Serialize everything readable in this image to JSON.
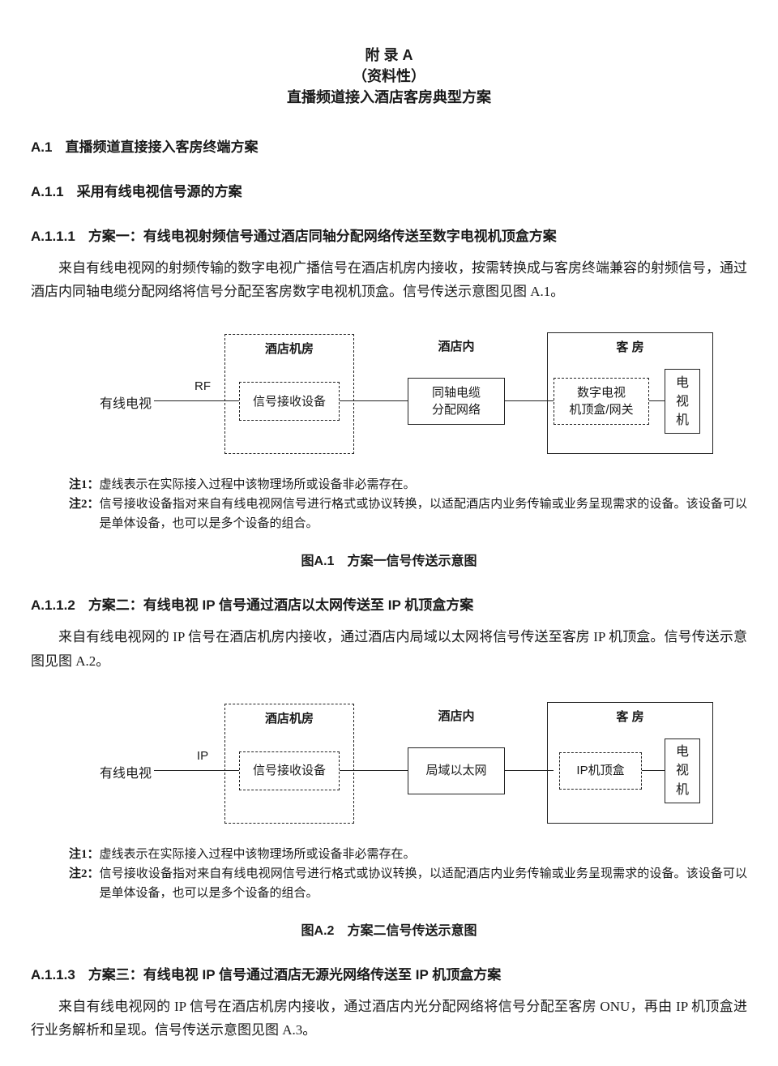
{
  "header": {
    "appendix_label": "附  录  A",
    "appendix_type": "（资料性）",
    "appendix_title": "直播频道接入酒店客房典型方案"
  },
  "headings": {
    "a1": {
      "num": "A.1",
      "title": "直播频道直接接入客房终端方案"
    },
    "a11": {
      "num": "A.1.1",
      "title": "采用有线电视信号源的方案"
    },
    "a111": {
      "num": "A.1.1.1",
      "title": "方案一：有线电视射频信号通过酒店同轴分配网络传送至数字电视机顶盒方案"
    },
    "a112": {
      "num": "A.1.1.2",
      "title": "方案二：有线电视 IP 信号通过酒店以太网传送至 IP 机顶盒方案"
    },
    "a113": {
      "num": "A.1.1.3",
      "title": "方案三：有线电视 IP 信号通过酒店无源光网络传送至 IP 机顶盒方案"
    }
  },
  "paragraphs": {
    "p1": "来自有线电视网的射频传输的数字电视广播信号在酒店机房内接收，按需转换成与客房终端兼容的射频信号，通过酒店内同轴电缆分配网络将信号分配至客房数字电视机顶盒。信号传送示意图见图 A.1。",
    "p2": "来自有线电视网的 IP 信号在酒店机房内接收，通过酒店内局域以太网将信号传送至客房 IP 机顶盒。信号传送示意图见图 A.2。",
    "p3": "来自有线电视网的 IP 信号在酒店机房内接收，通过酒店内光分配网络将信号分配至客房 ONU，再由 IP 机顶盒进行业务解析和呈现。信号传送示意图见图 A.3。"
  },
  "figures": [
    {
      "source": "有线电视",
      "link_label": "RF",
      "machine_room": "酒店机房",
      "receiver": "信号接收设备",
      "hotel_area": "酒店内",
      "network_line1": "同轴电缆",
      "network_line2": "分配网络",
      "room": "客 房",
      "stb_line1": "数字电视",
      "stb_line2": "机顶盒/网关",
      "tv": "电视机",
      "note1_label": "注1：",
      "note1_text": "虚线表示在实际接入过程中该物理场所或设备非必需存在。",
      "note2_label": "注2：",
      "note2_text": "信号接收设备指对来自有线电视网信号进行格式或协议转换，以适配酒店内业务传输或业务呈现需求的设备。该设备可以是单体设备，也可以是多个设备的组合。",
      "caption": "图A.1　方案一信号传送示意图"
    },
    {
      "source": "有线电视",
      "link_label": "IP",
      "machine_room": "酒店机房",
      "receiver": "信号接收设备",
      "hotel_area": "酒店内",
      "network_line1": "局域以太网",
      "network_line2": "",
      "room": "客 房",
      "stb_line1": "IP机顶盒",
      "stb_line2": "",
      "tv": "电视机",
      "note1_label": "注1：",
      "note1_text": "虚线表示在实际接入过程中该物理场所或设备非必需存在。",
      "note2_label": "注2：",
      "note2_text": "信号接收设备指对来自有线电视网信号进行格式或协议转换，以适配酒店内业务传输或业务呈现需求的设备。该设备可以是单体设备，也可以是多个设备的组合。",
      "caption": "图A.2　方案二信号传送示意图"
    }
  ]
}
